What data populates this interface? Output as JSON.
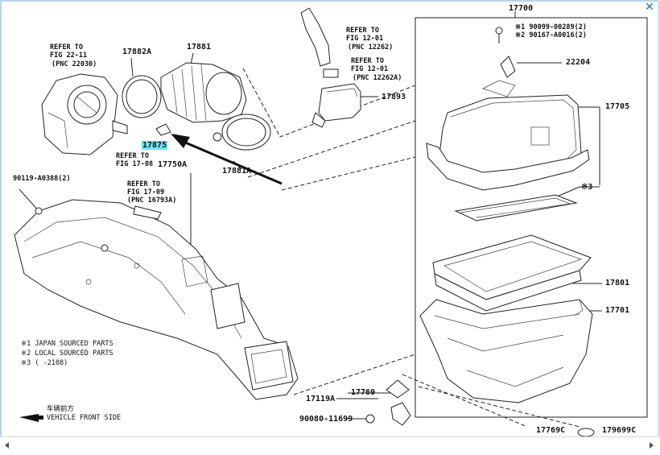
{
  "labels": {
    "l17700": "17700",
    "l90099": "※1 90099-00289(2)",
    "l90167": "※2 90167-A0016(2)",
    "l22204": "22204",
    "l17705": "17705",
    "lx3": "※3",
    "l17801": "17801",
    "l17701": "17701",
    "l17119A": "17119A",
    "l17769": "17769",
    "l90080": "90080-11699",
    "l17769C": "17769C",
    "l179699C": "179699C",
    "l17893": "17893",
    "ref1201a": "REFER TO",
    "ref1201a2": "FIG 12-01",
    "ref1201a3": "(PNC 12262)",
    "ref1201b": "REFER TO",
    "ref1201b2": "FIG 12-01",
    "ref1201b3": "(PNC 12262A)",
    "ref2211": "REFER TO",
    "ref22112": "FIG 22-11",
    "ref22113": "(PNC 22030)",
    "l17882A": "17882A",
    "l17881": "17881",
    "l17875": "17875",
    "ref1708": "REFER TO",
    "ref17082": "FIG 17-08",
    "l17750A": "17750A",
    "l17881A": "17881A",
    "l90119": "90119-A0388(2)",
    "ref1709": "REFER TO",
    "ref17092": "FIG 17-09",
    "ref17093": "(PNC 16793A)",
    "note1": "※1 JAPAN SOURCED PARTS",
    "note2": "※2 LOCAL SOURCED PARTS",
    "note3": "※3 (     -2108)",
    "dir_cn": "车辆前方",
    "dir_en": "VEHICLE FRONT SIDE"
  },
  "window": {
    "close_glyph": "✕"
  },
  "colors": {
    "highlight": "#6fe3f5",
    "frame": "#b9d3ea",
    "close": "#2a6fbf"
  }
}
